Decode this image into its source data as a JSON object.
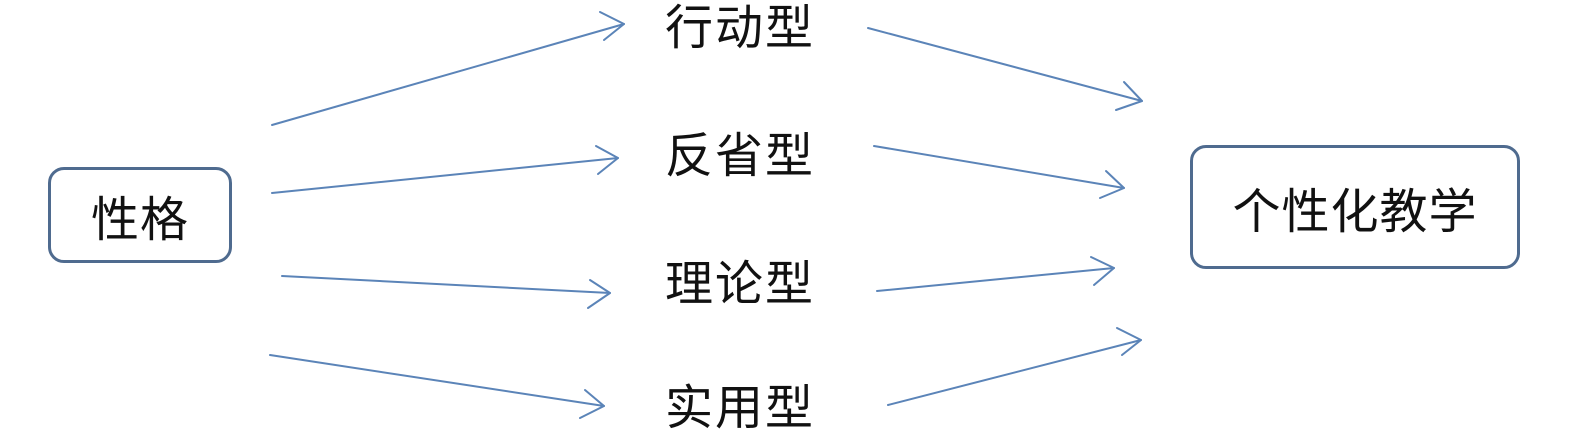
{
  "source": {
    "label": "性格"
  },
  "types": [
    {
      "label": "行动型"
    },
    {
      "label": "反省型"
    },
    {
      "label": "理论型"
    },
    {
      "label": "实用型"
    }
  ],
  "target": {
    "label": "个性化教学"
  },
  "colors": {
    "box_border": "#4f6b8f",
    "arrow": "#5b84b8",
    "text": "#111111"
  }
}
